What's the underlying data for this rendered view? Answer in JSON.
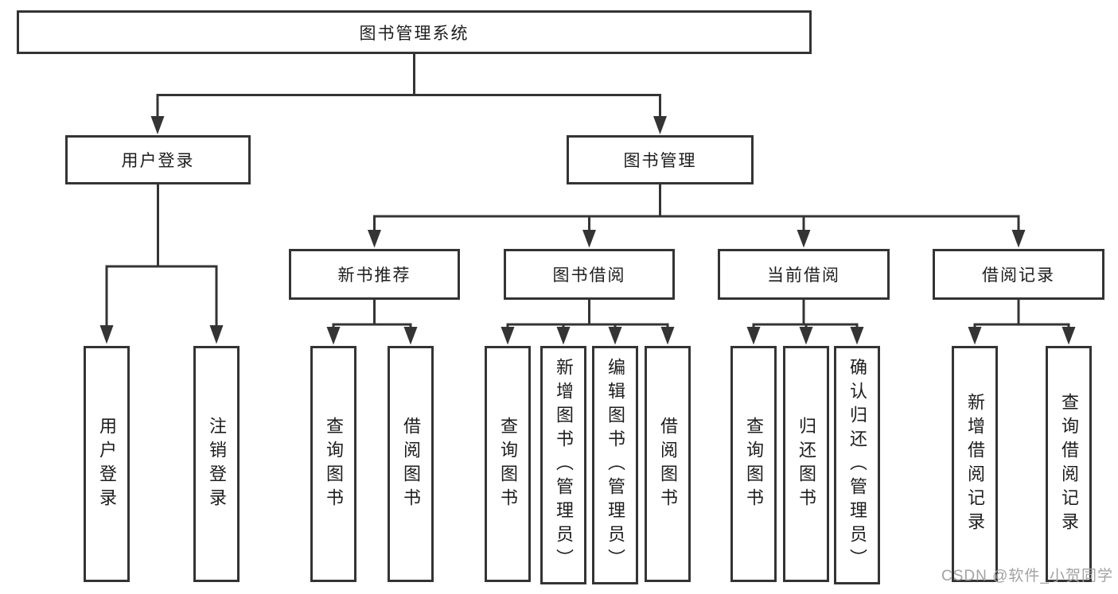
{
  "tree": {
    "label": "图书管理系统",
    "children": [
      {
        "label": "用户登录",
        "children": [
          {
            "label": "用户登录"
          },
          {
            "label": "注销登录"
          }
        ]
      },
      {
        "label": "图书管理",
        "children": [
          {
            "label": "新书推荐",
            "children": [
              {
                "label": "查询图书"
              },
              {
                "label": "借阅图书"
              }
            ]
          },
          {
            "label": "图书借阅",
            "children": [
              {
                "label": "查询图书"
              },
              {
                "label": "新增图书（管理员）"
              },
              {
                "label": "编辑图书（管理员）"
              },
              {
                "label": "借阅图书"
              }
            ]
          },
          {
            "label": "当前借阅",
            "children": [
              {
                "label": "查询图书"
              },
              {
                "label": "归还图书"
              },
              {
                "label": "确认归还（管理员）"
              }
            ]
          },
          {
            "label": "借阅记录",
            "children": [
              {
                "label": "新增借阅记录"
              },
              {
                "label": "查询借阅记录"
              }
            ]
          }
        ]
      }
    ]
  },
  "watermark": "CSDN @软件_小贺同学",
  "colors": {
    "line": "#343434",
    "text": "#1d1d1d",
    "watermark": "#a2a2a2",
    "background": "#ffffff"
  }
}
